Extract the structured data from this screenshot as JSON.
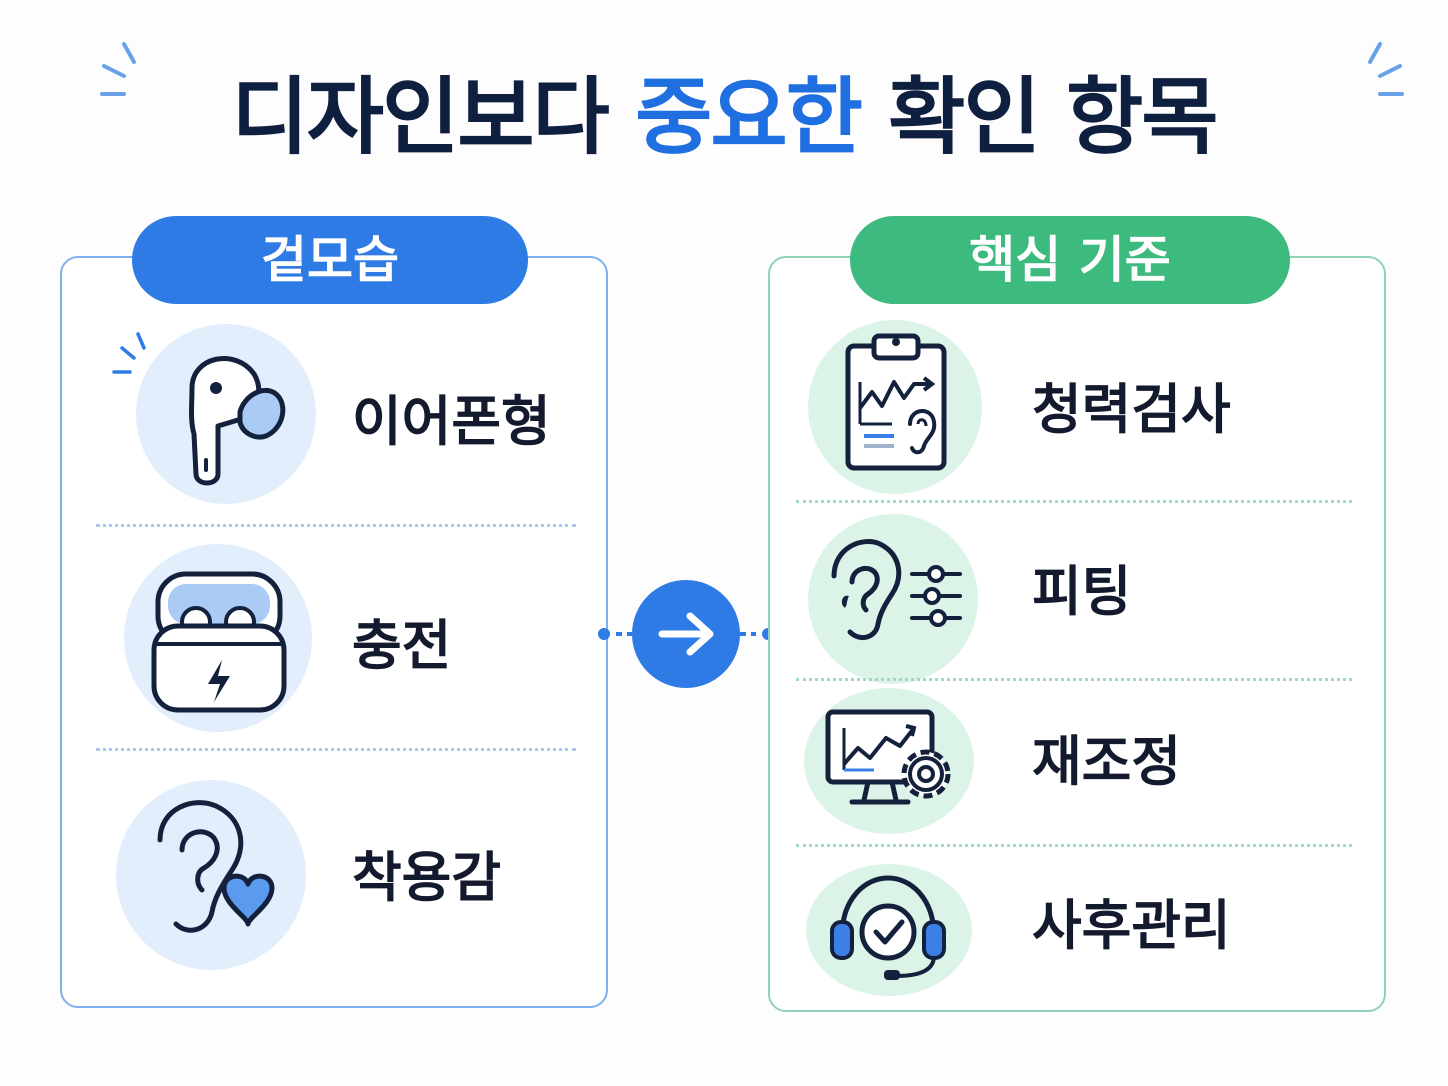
{
  "title": {
    "part1": "디자인보다 ",
    "highlight": "중요한",
    "part2": " 확인 항목"
  },
  "left_panel": {
    "header": "겉모습",
    "items": [
      {
        "label": "이어폰형",
        "icon": "earbud-icon"
      },
      {
        "label": "충전",
        "icon": "charging-case-icon"
      },
      {
        "label": "착용감",
        "icon": "ear-heart-icon"
      }
    ]
  },
  "right_panel": {
    "header": "핵심 기준",
    "items": [
      {
        "label": "청력검사",
        "icon": "hearing-test-clipboard-icon"
      },
      {
        "label": "피팅",
        "icon": "ear-settings-icon"
      },
      {
        "label": "재조정",
        "icon": "monitor-gear-icon"
      },
      {
        "label": "사후관리",
        "icon": "headset-check-icon"
      }
    ]
  },
  "colors": {
    "blue_accent": "#2f7be6",
    "green_accent": "#3dba7d",
    "title_dark": "#0f1f3f",
    "title_highlight": "#1f6fe0"
  },
  "connector": {
    "icon": "arrow-right-icon"
  }
}
